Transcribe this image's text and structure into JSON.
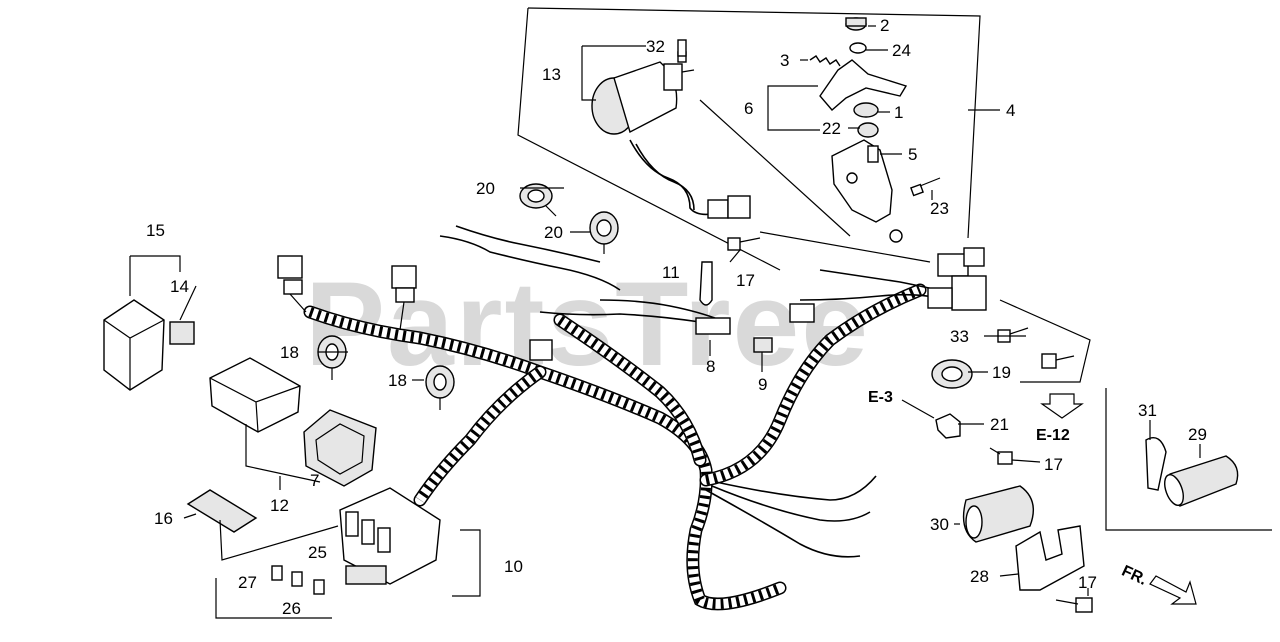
{
  "watermark": "PartsTree",
  "callouts": {
    "c1": "1",
    "c2": "2",
    "c3": "3",
    "c4": "4",
    "c5": "5",
    "c6": "6",
    "c7": "7",
    "c8": "8",
    "c9": "9",
    "c10": "10",
    "c11": "11",
    "c12": "12",
    "c13": "13",
    "c14": "14",
    "c15": "15",
    "c16": "16",
    "c17a": "17",
    "c17b": "17",
    "c17c": "17",
    "c18a": "18",
    "c18b": "18",
    "c19": "19",
    "c20a": "20",
    "c20b": "20",
    "c21": "21",
    "c22": "22",
    "c23": "23",
    "c24": "24",
    "c25": "25",
    "c26": "26",
    "c27": "27",
    "c28": "28",
    "c29": "29",
    "c30": "30",
    "c31": "31",
    "c32": "32",
    "c33": "33"
  },
  "references": {
    "e3": "E-3",
    "e12": "E-12",
    "front": "FR."
  }
}
